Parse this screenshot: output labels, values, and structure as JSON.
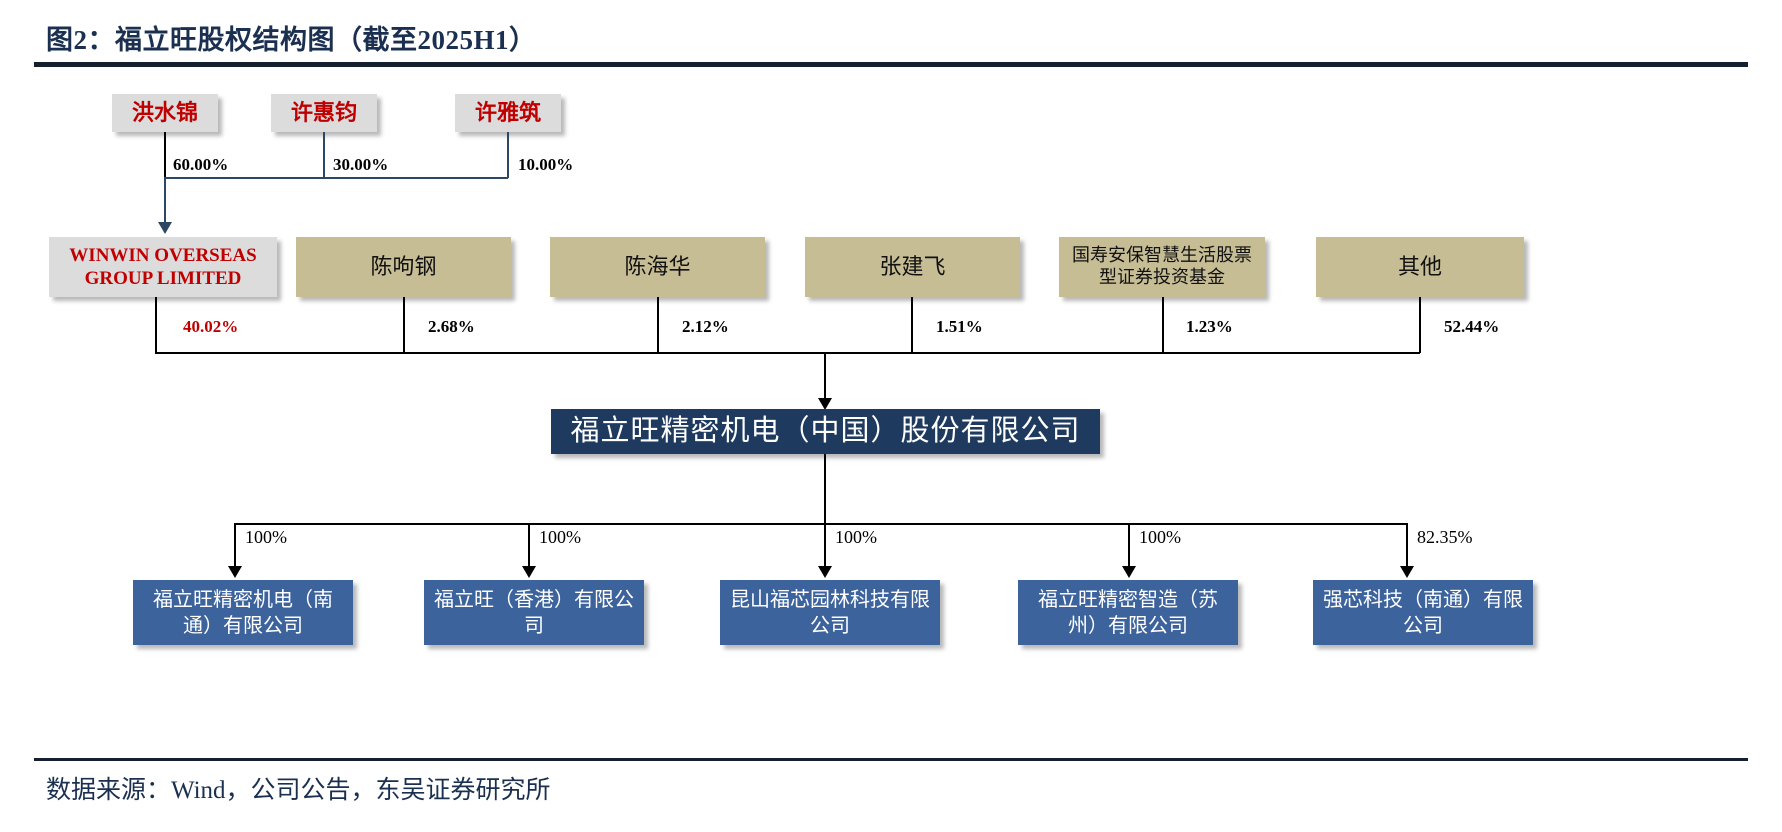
{
  "title": "图2：福立旺股权结构图（截至2025H1）",
  "footer": "数据来源：Wind，公司公告，东吴证券研究所",
  "colors": {
    "title_navy": "#1b3050",
    "person_box_bg": "#dcdcdc",
    "person_box_text": "#c00000",
    "holder_box_bg": "#c7bd94",
    "main_box_bg": "#1f3a5f",
    "sub_box_bg": "#3c639c",
    "rule": "#15202e",
    "connector_navy": "#2c4763",
    "connector_black": "#000000"
  },
  "level1": {
    "persons": [
      {
        "name": "洪水锦",
        "stake": "60.00%"
      },
      {
        "name": "许惠钧",
        "stake": "30.00%"
      },
      {
        "name": "许雅筑",
        "stake": "10.00%"
      }
    ]
  },
  "level2": {
    "shareholders": [
      {
        "name": "WINWIN OVERSEAS GROUP LIMITED",
        "stake": "40.02%",
        "highlight": true
      },
      {
        "name": "陈呴钢",
        "stake": "2.68%",
        "highlight": false
      },
      {
        "name": "陈海华",
        "stake": "2.12%",
        "highlight": false
      },
      {
        "name": "张建飞",
        "stake": "1.51%",
        "highlight": false
      },
      {
        "name": "国寿安保智慧生活股票型证券投资基金",
        "stake": "1.23%",
        "highlight": false
      },
      {
        "name": "其他",
        "stake": "52.44%",
        "highlight": false
      }
    ]
  },
  "company": {
    "name": "福立旺精密机电（中国）股份有限公司"
  },
  "level4": {
    "subsidiaries": [
      {
        "name": "福立旺精密机电（南通）有限公司",
        "stake": "100%"
      },
      {
        "name": "福立旺（香港）有限公司",
        "stake": "100%"
      },
      {
        "name": "昆山福芯园林科技有限公司",
        "stake": "100%"
      },
      {
        "name": "福立旺精密智造（苏州）有限公司",
        "stake": "100%"
      },
      {
        "name": "强芯科技（南通）有限公司",
        "stake": "82.35%"
      }
    ]
  }
}
